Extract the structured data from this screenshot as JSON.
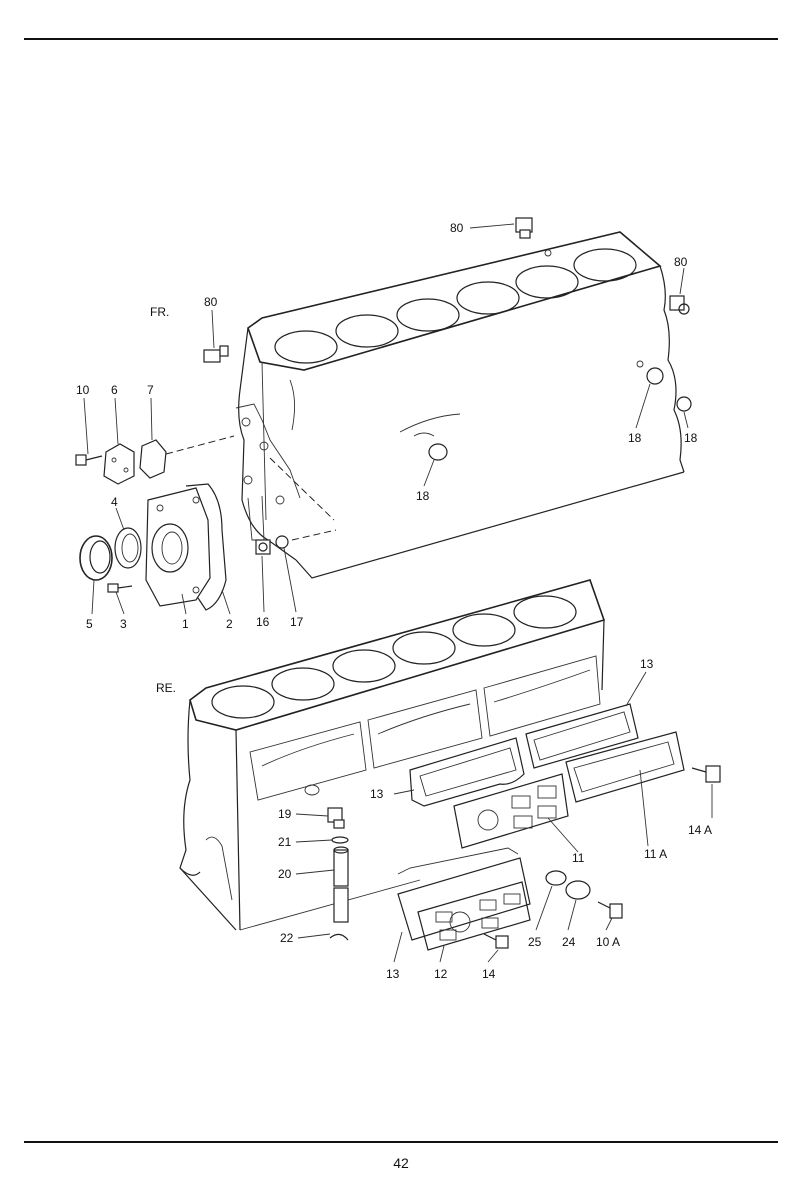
{
  "page_number": "42",
  "views": {
    "front": "FR.",
    "rear": "RE."
  },
  "callouts": {
    "c80a": "80",
    "c80b": "80",
    "c80c": "80",
    "c10": "10",
    "c6": "6",
    "c7": "7",
    "c4": "4",
    "c5": "5",
    "c3": "3",
    "c1": "1",
    "c2": "2",
    "c16": "16",
    "c17": "17",
    "c18a": "18",
    "c18b": "18",
    "c18c": "18",
    "c13a": "13",
    "c13b": "13",
    "c13c": "13",
    "c19": "19",
    "c21": "21",
    "c20": "20",
    "c22": "22",
    "c11": "11",
    "c11a": "11 A",
    "c14a": "14 A",
    "c14": "14",
    "c12": "12",
    "c25": "25",
    "c24": "24",
    "c10a": "10 A"
  }
}
